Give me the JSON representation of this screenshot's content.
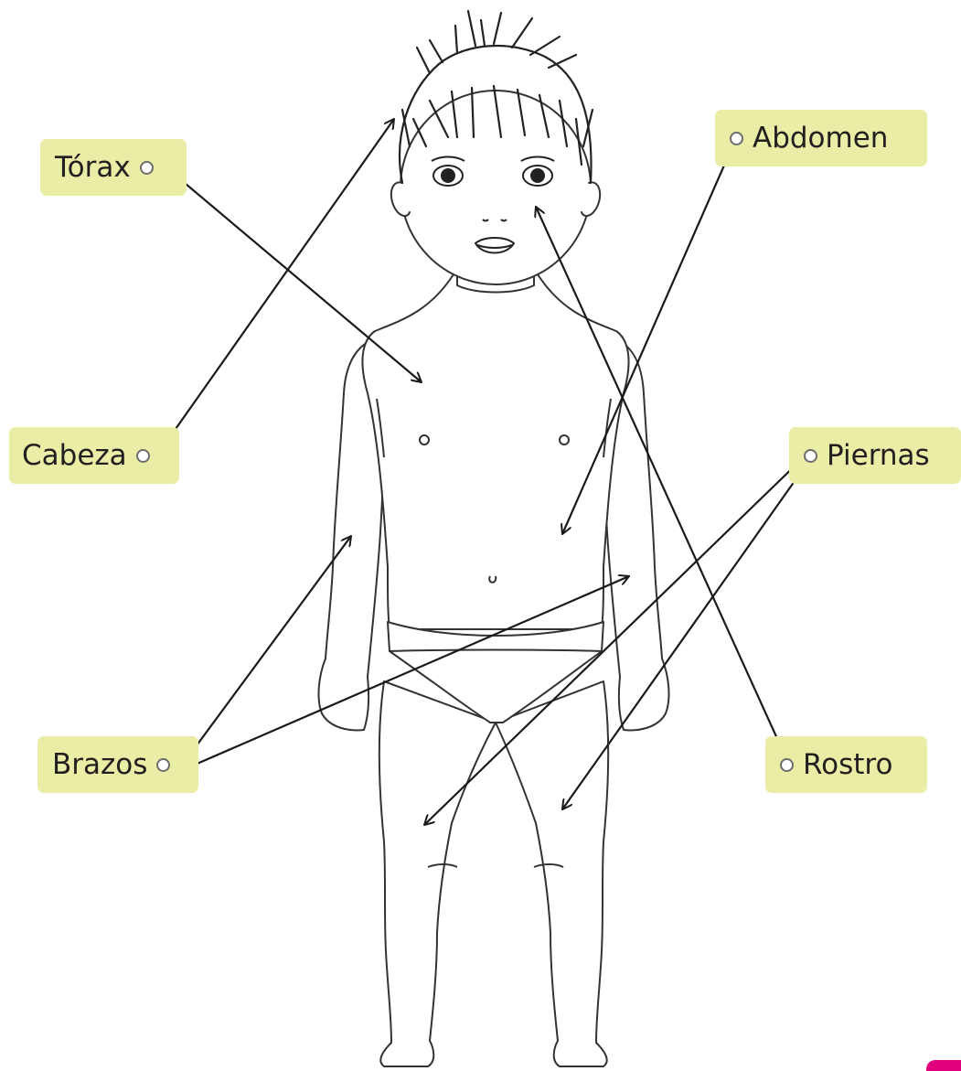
{
  "labels": {
    "torax": "Tórax",
    "cabeza": "Cabeza",
    "brazos": "Brazos",
    "abdomen": "Abdomen",
    "piernas": "Piernas",
    "rostro": "Rostro"
  },
  "colors": {
    "label_bg": "#eaeda5",
    "line": "#1a1a1a",
    "accent": "#e3007f"
  }
}
